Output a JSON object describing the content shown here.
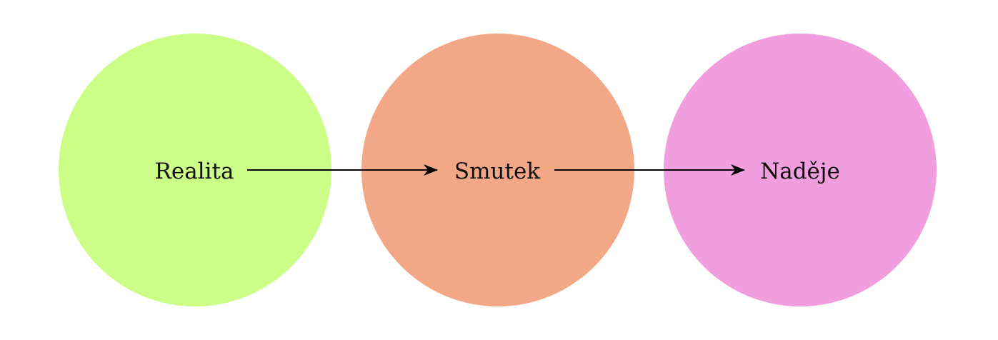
{
  "nodes": [
    {
      "id": "realita",
      "label": "Realita",
      "color": "#ccfd86"
    },
    {
      "id": "smutek",
      "label": "Smutek",
      "color": "#f2a886"
    },
    {
      "id": "nadeje",
      "label": "Naděje",
      "color": "#f09ede"
    }
  ],
  "edges": [
    {
      "from": "realita",
      "to": "smutek"
    },
    {
      "from": "smutek",
      "to": "nadeje"
    }
  ],
  "colors": {
    "background": "#ffffff",
    "arrow": "#000000",
    "text": "#111111"
  }
}
